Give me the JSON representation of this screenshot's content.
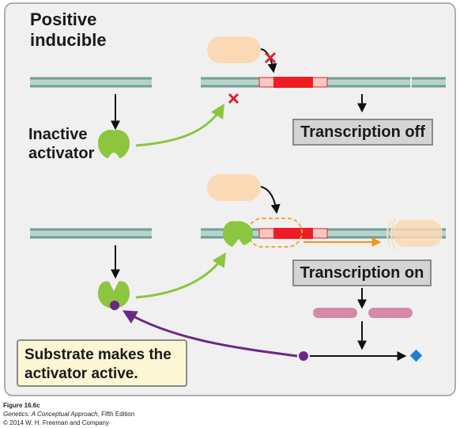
{
  "title": "Positive\ninducible",
  "labels": {
    "inactive_activator": "Inactive\nactivator",
    "transcription_off": "Transcription off",
    "transcription_on": "Transcription on",
    "callout": "Substrate makes the\nactivator active."
  },
  "caption": {
    "figure": "Figure 16.6c",
    "book_title": "Genetics: A Conceptual Approach",
    "edition": ", Fifth Edition",
    "copyright": "© 2014 W. H. Freeman and Company"
  },
  "colors": {
    "panel_bg": "#f0f0f0",
    "panel_border": "#999999",
    "dna_strand": "#6f9f95",
    "dna_fill": "#b9d3cc",
    "gene_red": "#ee1c25",
    "activator_green": "#8cc63f",
    "polymerase": "#fbd9b4",
    "substrate_purple": "#6b2785",
    "mrna_pink": "#d48aa8",
    "protein_blue": "#1a7fd4",
    "arrow_green": "#8cc63f",
    "arrow_black": "#111111",
    "arrow_orange": "#f7941d",
    "block_x_red": "#d9232e"
  }
}
